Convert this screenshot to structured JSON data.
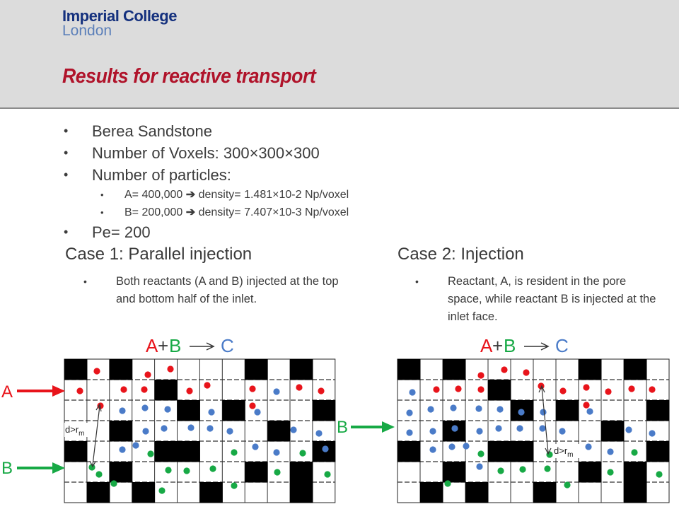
{
  "header": {
    "logo_line1": "Imperial College",
    "logo_line2": "London",
    "title": "Results for reactive transport"
  },
  "bullets": {
    "b1": "Berea Sandstone",
    "b2": "Number of Voxels: 300×300×300",
    "b3": "Number of particles:",
    "sub1": {
      "pre": "A= 400,000 ",
      "arrow": "➔",
      "post": " density= 1.481×10-2 Np/voxel"
    },
    "sub2": {
      "pre": "B= 200,000 ",
      "arrow": "➔",
      "post": " density= 7.407×10-3 Np/voxel"
    },
    "b4": "Pe= 200"
  },
  "case1": {
    "title": "Case 1: Parallel injection",
    "text": "Both reactants (A and B) injected at the top and bottom half of the inlet.",
    "reaction": {
      "a": "A",
      "plus": "+",
      "b": "B",
      "c": "C"
    },
    "inlet_a": "A",
    "inlet_b": "B",
    "distance_label": "d>r",
    "distance_sub": "m"
  },
  "case2": {
    "title": "Case 2: Injection",
    "text": "Reactant, A, is resident in the pore space, while reactant B is injected at the inlet face.",
    "reaction": {
      "a": "A",
      "plus": "+",
      "b": "B",
      "c": "C"
    },
    "inlet_b": "B",
    "distance_label": "d>r",
    "distance_sub": "m"
  },
  "colors": {
    "title": "#b0132a",
    "logo_dark": "#15317e",
    "logo_light": "#5b7fb9",
    "particle_a": "#e8141b",
    "particle_b": "#4a7bc8",
    "particle_c": "#17a945",
    "solid_cell": "#000000"
  }
}
